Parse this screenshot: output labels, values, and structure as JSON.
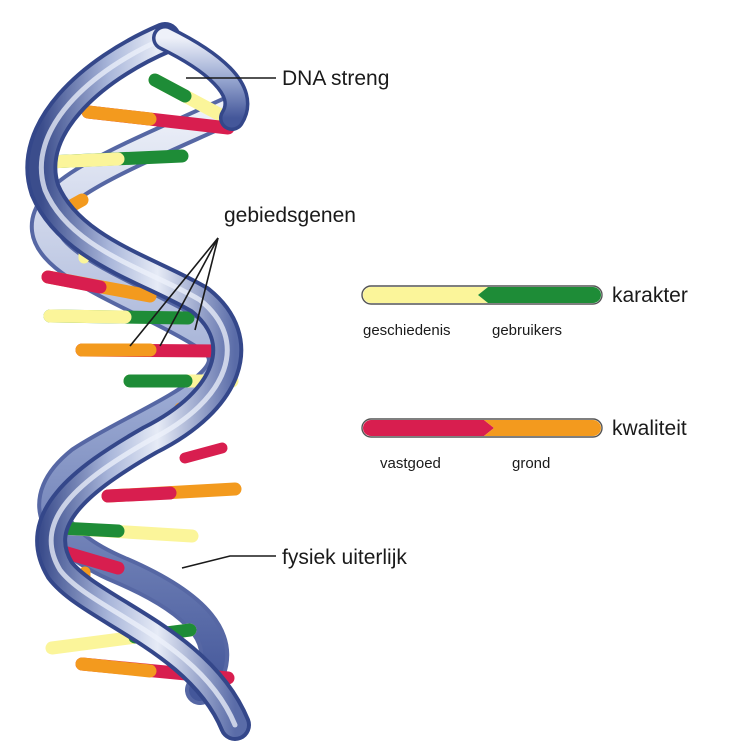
{
  "labels": {
    "dna_strand": "DNA streng",
    "region_genes": "gebiedsgenen",
    "physical_appearance": "fysiek uiterlijk"
  },
  "legend": [
    {
      "name": "karakter",
      "left": "geschiedenis",
      "right": "gebruikers",
      "left_color": "#fbf59a",
      "right_color": "#1e8c37"
    },
    {
      "name": "kwaliteit",
      "left": "vastgoed",
      "right": "grond",
      "left_color": "#d81e4f",
      "right_color": "#f39a1e"
    }
  ],
  "colors": {
    "strand": "#7d8fc0",
    "strand_dark": "#3b4d8c",
    "strand_light": "#dfe5f3",
    "yellow": "#fbf59a",
    "green": "#1e8c37",
    "red": "#d81e4f",
    "orange": "#f39a1e",
    "leader_line": "#1a1a1a"
  }
}
